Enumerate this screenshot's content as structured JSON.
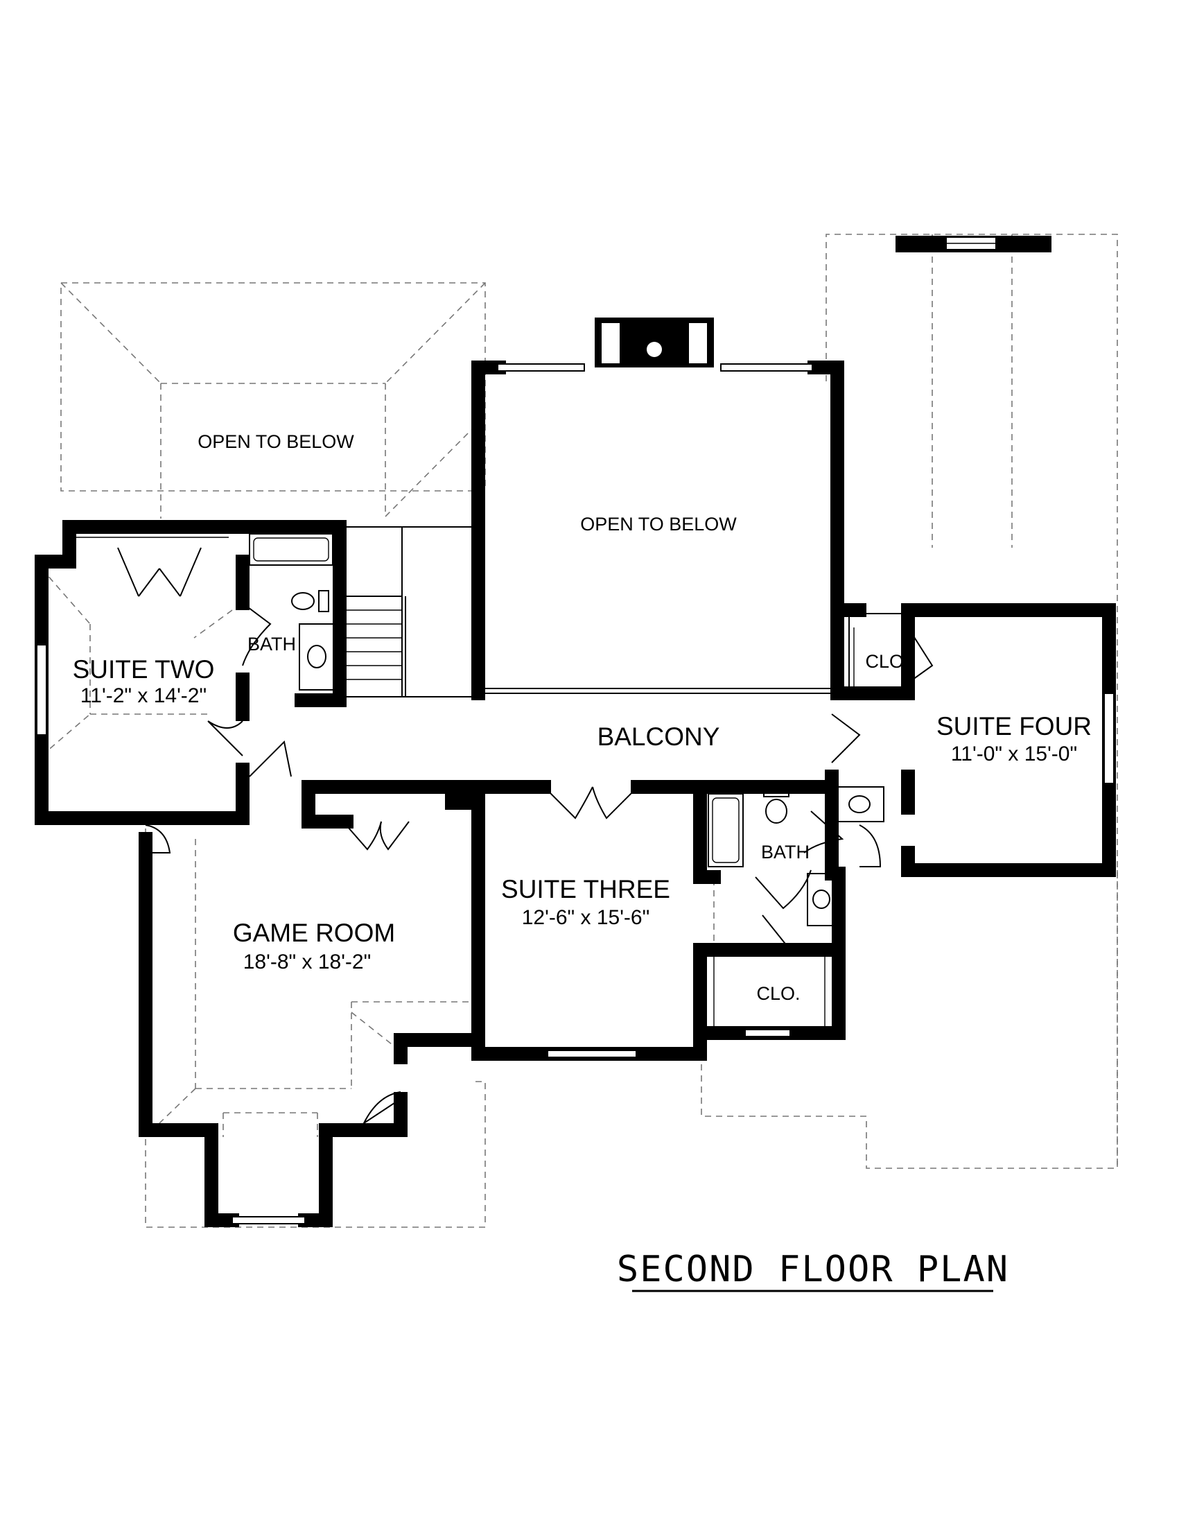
{
  "plan_title": "SECOND FLOOR PLAN",
  "rooms": {
    "open_below_left": "OPEN TO BELOW",
    "open_below_center": "OPEN TO BELOW",
    "suite_two": {
      "name": "SUITE TWO",
      "dims": "11'-2\" x 14'-2\""
    },
    "bath_left": "BATH",
    "balcony": "BALCONY",
    "suite_four": {
      "name": "SUITE FOUR",
      "dims": "11'-0\" x 15'-0\""
    },
    "clo_upper": "CLO.",
    "suite_three": {
      "name": "SUITE THREE",
      "dims": "12'-6\" x 15'-6\""
    },
    "bath_right": "BATH",
    "clo_lower": "CLO.",
    "game_room": {
      "name": "GAME ROOM",
      "dims": "18'-8\" x 18'-2\""
    }
  }
}
